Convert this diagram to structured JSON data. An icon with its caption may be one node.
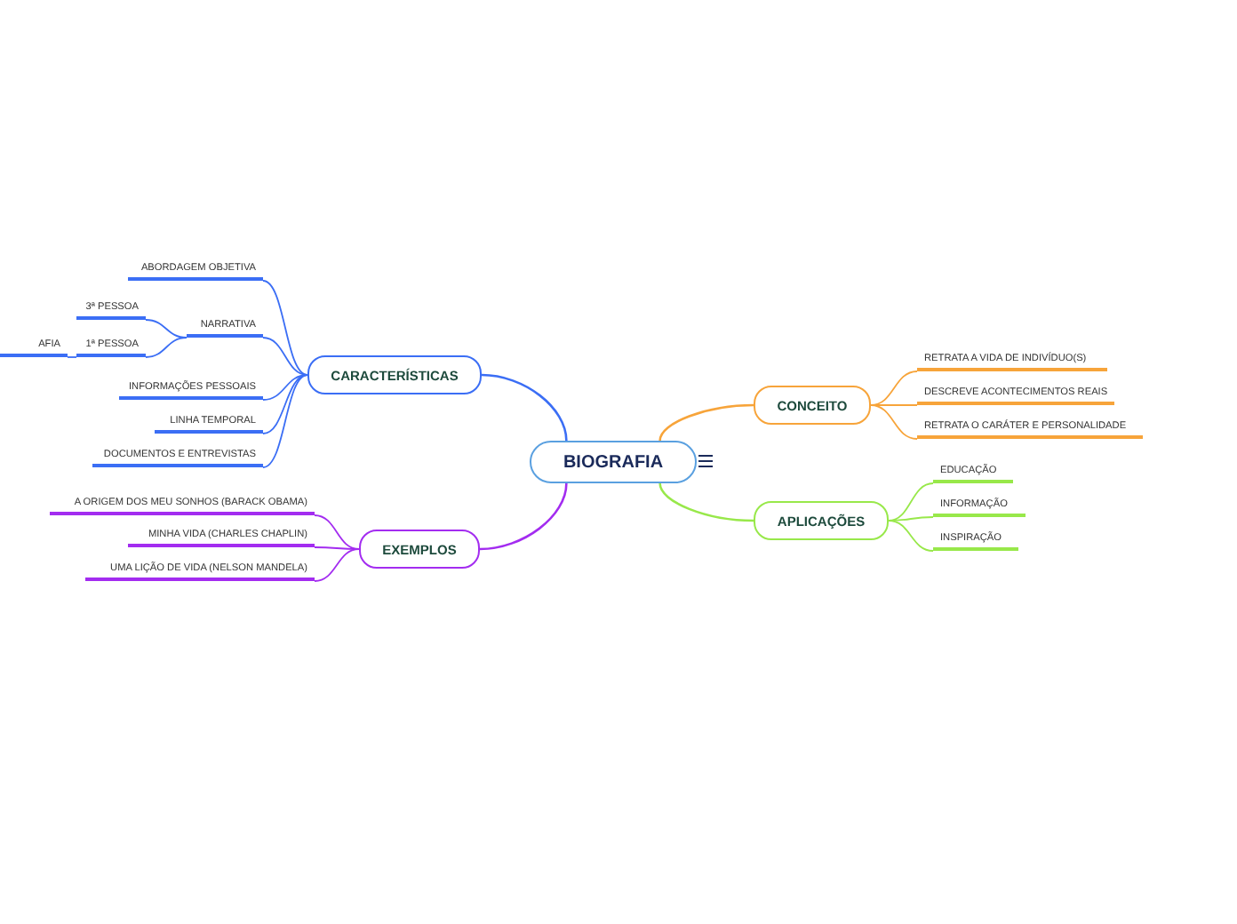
{
  "diagram": {
    "nodes": [
      {
        "text": [
          "BIOGRAFIA"
        ]
      },
      {
        "text": [
          "CARACTERÍSTICAS"
        ]
      },
      {
        "text": [
          "ABORDAGEM OBJETIVA"
        ]
      },
      {
        "text": [
          "NARRATIVA"
        ]
      },
      {
        "text": [
          "3ª PESSOA"
        ]
      },
      {
        "text": [
          "1ª PESSOA"
        ]
      },
      {
        "text": [
          "AFIA"
        ]
      },
      {
        "text": [
          "INFORMAÇÕES PESSOAIS"
        ]
      },
      {
        "text": [
          "LINHA TEMPORAL"
        ]
      },
      {
        "text": [
          "DOCUMENTOS E ENTREVISTAS"
        ]
      },
      {
        "text": [
          "EXEMPLOS"
        ]
      },
      {
        "text": [
          "A ORIGEM DOS MEU SONHOS (BARACK OBAMA)"
        ]
      },
      {
        "text": [
          "MINHA VIDA (CHARLES CHAPLIN)"
        ]
      },
      {
        "text": [
          "UMA LIÇÃO DE VIDA (NELSON MANDELA)"
        ]
      },
      {
        "text": [
          "CONCEITO"
        ]
      },
      {
        "text": [
          "RETRATA A VIDA DE INDIVÍDUO(S)"
        ]
      },
      {
        "text": [
          "DESCREVE ACONTECIMENTOS REAIS"
        ]
      },
      {
        "text": [
          "RETRATA O CARÁTER E PERSONALIDADE"
        ]
      },
      {
        "text": [
          "APLICAÇÕES"
        ]
      },
      {
        "text": [
          "EDUCAÇÃO"
        ]
      },
      {
        "text": [
          "INFORMAÇÃO"
        ]
      },
      {
        "text": [
          "INSPIRAÇÃO"
        ]
      }
    ],
    "edges": [
      {
        "from": 0,
        "to": 1,
        "arrow": "none",
        "color": "#3b6ef5"
      },
      {
        "from": 1,
        "to": 2,
        "arrow": "none",
        "color": "#3b6ef5"
      },
      {
        "from": 1,
        "to": 3,
        "arrow": "none",
        "color": "#3b6ef5"
      },
      {
        "from": 3,
        "to": 4,
        "arrow": "none",
        "color": "#3b6ef5"
      },
      {
        "from": 3,
        "to": 5,
        "arrow": "none",
        "color": "#3b6ef5"
      },
      {
        "from": 5,
        "to": 6,
        "arrow": "none",
        "color": "#3b6ef5"
      },
      {
        "from": 1,
        "to": 7,
        "arrow": "none",
        "color": "#3b6ef5"
      },
      {
        "from": 1,
        "to": 8,
        "arrow": "none",
        "color": "#3b6ef5"
      },
      {
        "from": 1,
        "to": 9,
        "arrow": "none",
        "color": "#3b6ef5"
      },
      {
        "from": 0,
        "to": 10,
        "arrow": "none",
        "color": "#a32cf0"
      },
      {
        "from": 10,
        "to": 11,
        "arrow": "none",
        "color": "#a32cf0"
      },
      {
        "from": 10,
        "to": 12,
        "arrow": "none",
        "color": "#a32cf0"
      },
      {
        "from": 10,
        "to": 13,
        "arrow": "none",
        "color": "#a32cf0"
      },
      {
        "from": 0,
        "to": 14,
        "arrow": "none",
        "color": "#f7a43a"
      },
      {
        "from": 14,
        "to": 15,
        "arrow": "none",
        "color": "#f7a43a"
      },
      {
        "from": 14,
        "to": 16,
        "arrow": "none",
        "color": "#f7a43a"
      },
      {
        "from": 14,
        "to": 17,
        "arrow": "none",
        "color": "#f7a43a"
      },
      {
        "from": 0,
        "to": 18,
        "arrow": "none",
        "color": "#98e84a"
      },
      {
        "from": 18,
        "to": 19,
        "arrow": "none",
        "color": "#98e84a"
      },
      {
        "from": 18,
        "to": 20,
        "arrow": "none",
        "color": "#98e84a"
      },
      {
        "from": 18,
        "to": 21,
        "arrow": "none",
        "color": "#98e84a"
      }
    ]
  }
}
